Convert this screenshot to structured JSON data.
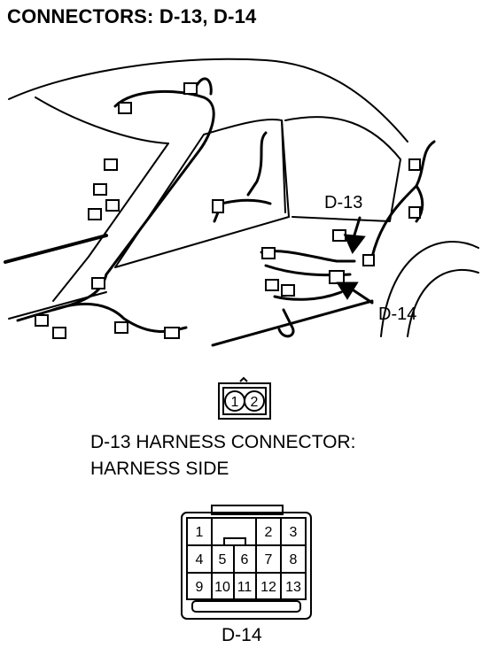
{
  "title": "CONNECTORS: D-13, D-14",
  "callouts": {
    "d13": "D-13",
    "d14": "D-14"
  },
  "d13_connector": {
    "pins": [
      "1",
      "2"
    ],
    "caption_line1": "D-13 HARNESS CONNECTOR:",
    "caption_line2": "HARNESS SIDE"
  },
  "d14_connector": {
    "label": "D-14",
    "pins": {
      "p1": "1",
      "p2": "2",
      "p3": "3",
      "p4": "4",
      "p5": "5",
      "p6": "6",
      "p7": "7",
      "p8": "8",
      "p9": "9",
      "p10": "10",
      "p11": "11",
      "p12": "12",
      "p13": "13"
    }
  }
}
